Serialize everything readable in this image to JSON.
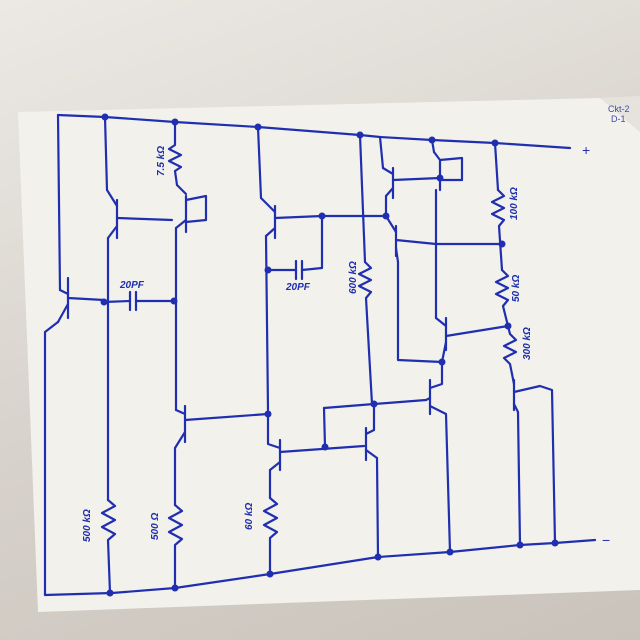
{
  "page_note": {
    "line1": "Ckt-2",
    "line2": "D-1"
  },
  "terminals": {
    "positive": "+",
    "negative": "−"
  },
  "components": {
    "r_7_5k": "7.5 kΩ",
    "c_20pf_left": "20PF",
    "c_20pf_right": "20PF",
    "r_600k": "600 kΩ",
    "r_100k": "100 kΩ",
    "r_50k": "50 kΩ",
    "r_300k": "300 kΩ",
    "r_500k": "500 kΩ",
    "r_500": "500 Ω",
    "r_60k": "60 kΩ"
  },
  "colors": {
    "ink": "#1f2fb0",
    "paper": "#f4f2ec",
    "background": "#d9d4cc"
  }
}
